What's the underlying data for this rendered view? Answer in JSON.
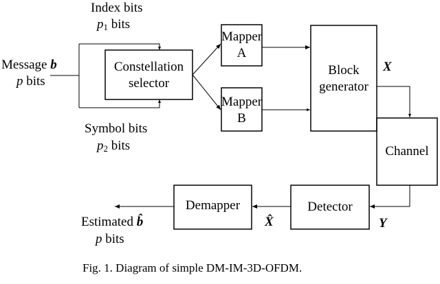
{
  "diagram": {
    "message_label": "Message",
    "message_symbol": "b",
    "message_bits_p": "p",
    "message_bits_word": "bits",
    "index_bits_title": "Index bits",
    "index_bits_p": "p",
    "index_bits_sub": "1",
    "index_bits_word": "bits",
    "symbol_bits_title": "Symbol bits",
    "symbol_bits_p": "p",
    "symbol_bits_sub": "2",
    "symbol_bits_word": "bits",
    "constellation_line1": "Constellation",
    "constellation_line2": "selector",
    "mapper_a_line1": "Mapper",
    "mapper_a_line2": "A",
    "mapper_b_line1": "Mapper",
    "mapper_b_line2": "B",
    "block_gen_line1": "Block",
    "block_gen_line2": "generator",
    "channel_label": "Channel",
    "detector_label": "Detector",
    "demapper_label": "Demapper",
    "x_label": "X",
    "y_label": "Y",
    "xhat_label": "X̂",
    "estimated_label": "Estimated",
    "estimated_symbol": "b̂",
    "estimated_bits_p": "p",
    "estimated_bits_word": "bits"
  },
  "caption": "Fig. 1.  Diagram of simple DM-IM-3D-OFDM."
}
